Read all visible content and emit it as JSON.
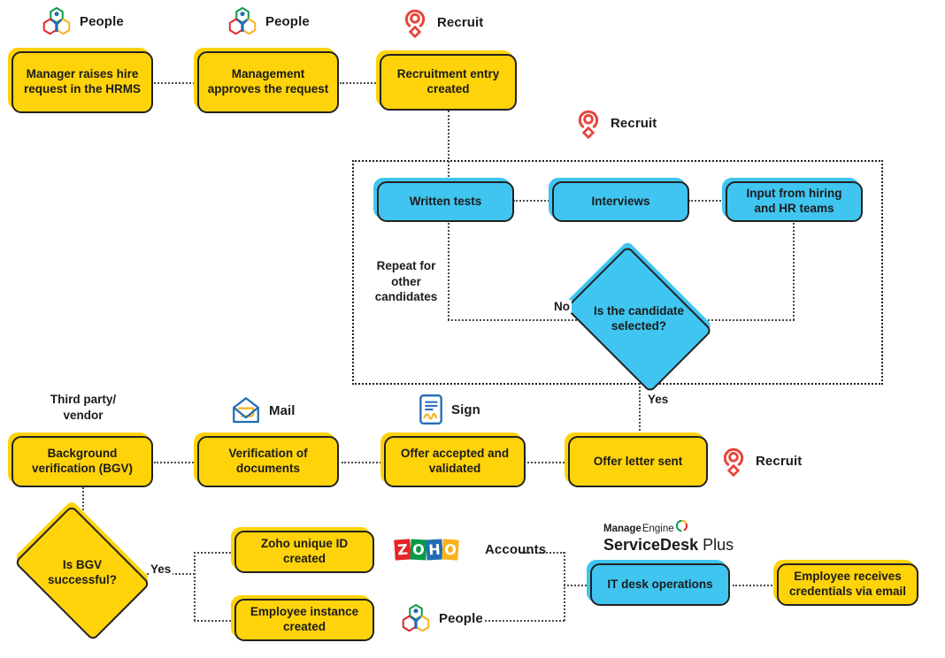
{
  "diagram": {
    "title": "Hiring and onboarding workflow",
    "colors": {
      "yellow": "#FFD30A",
      "blue": "#3FC5F0",
      "outline": "#222222",
      "connector": "#4A4A4A",
      "zoho_red": "#E42527",
      "zoho_green": "#089949",
      "zoho_blue": "#226DB4",
      "zoho_yellow": "#F9B21D",
      "recruit_red": "#E8443A",
      "mail_blue": "#226DB4",
      "mail_yellow": "#F9B21D"
    }
  },
  "nodes": {
    "hire_request": "Manager raises hire request in the HRMS",
    "approval": "Management approves the request",
    "recruitment_entry": "Recruitment entry created",
    "written_tests": "Written tests",
    "interviews": "Interviews",
    "hiring_input": "Input from hiring and HR teams",
    "candidate_decision": "Is the candidate selected?",
    "bgv": "Background verification (BGV)",
    "verification_documents": "Verification of documents",
    "offer_accepted": "Offer accepted and validated",
    "offer_letter_sent": "Offer letter sent",
    "bgv_decision": "Is BGV successful?",
    "zoho_id": "Zoho unique ID created",
    "employee_instance": "Employee instance created",
    "it_desk": "IT desk operations",
    "credentials_email": "Employee receives credentials via email"
  },
  "labels": {
    "repeat_candidates": "Repeat for other candidates",
    "no": "No",
    "yes_candidate": "Yes",
    "third_party_vendor": "Third party/ vendor",
    "yes_bgv": "Yes"
  },
  "apps": {
    "people_1": "People",
    "people_2": "People",
    "recruit_1": "Recruit",
    "recruit_2": "Recruit",
    "recruit_3": "Recruit",
    "mail": "Mail",
    "sign": "Sign",
    "accounts": "Accounts",
    "people_3": "People"
  },
  "brand": {
    "manage": "Manage",
    "engine": "Engine",
    "servicedesk": "ServiceDesk",
    "plus": "Plus",
    "zoho_letters": [
      "Z",
      "O",
      "H",
      "O"
    ]
  }
}
